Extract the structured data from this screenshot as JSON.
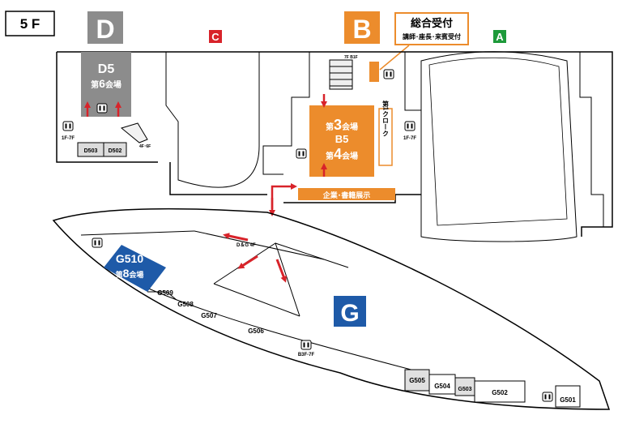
{
  "floor": "5 F",
  "buildings": {
    "D": {
      "letter": "D",
      "color": "#8c8c8c"
    },
    "B": {
      "letter": "B",
      "color": "#ec8c2c"
    },
    "C": {
      "letter": "C",
      "color": "#d8232a"
    },
    "A": {
      "letter": "A",
      "color": "#1d9a3a"
    },
    "G": {
      "letter": "G",
      "color": "#1e5aa8"
    }
  },
  "reception": {
    "title": "総合受付",
    "subtitle": "講師･座長･来賓受付",
    "color": "#ec8c2c"
  },
  "halls": {
    "d5": {
      "name": "D5",
      "prefix": "第",
      "num": "6",
      "suffix": "会場",
      "color": "#8c8c8c"
    },
    "b5": {
      "name": "B5",
      "color": "#ec8c2c",
      "hall3": {
        "prefix": "第",
        "num": "3",
        "suffix": "会場"
      },
      "hall4": {
        "prefix": "第",
        "num": "4",
        "suffix": "会場"
      }
    },
    "g510": {
      "name": "G510",
      "prefix": "第",
      "num": "8",
      "suffix": "会場",
      "color": "#1e5aa8"
    }
  },
  "cloak": "第1クローク",
  "exhibition": "企業･書籍展示",
  "rooms": {
    "d503": "D503",
    "d502": "D502",
    "g509": "G509",
    "g508": "G508",
    "g507": "G507",
    "g506": "G506",
    "g505": "G505",
    "g504": "G504",
    "g503": "G503",
    "g502": "G502",
    "g501": "G501"
  },
  "elevators": {
    "d": "1F-7F",
    "a": "1F-7F",
    "g": "B3F-7F"
  },
  "stairs": {
    "dg": "D＆G 4F",
    "d_small": "4F･6F",
    "b_small": "7F B1F"
  },
  "icons": {
    "restroom": "restroom-icon",
    "elevator": "elevator-icon",
    "escalator": "escalator-icon",
    "arrow": "red-arrow"
  }
}
